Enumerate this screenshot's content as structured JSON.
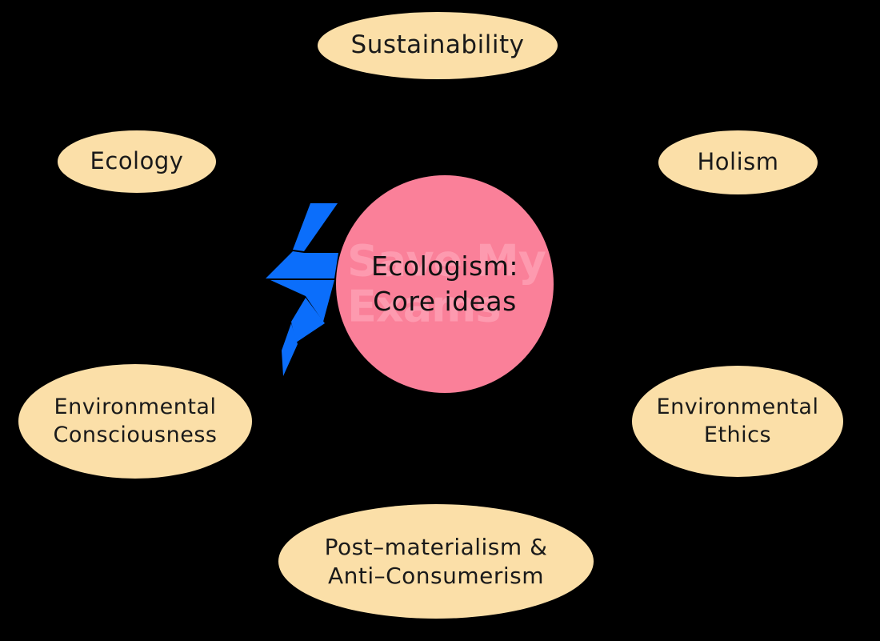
{
  "diagram": {
    "title": "Ecologism: Core ideas",
    "background_color": "#000000",
    "center": {
      "label": "Ecologism:\nCore ideas",
      "fill_color": "#fa8099",
      "text_color": "#111111",
      "watermark": "Save My\nExams",
      "watermark_color": "#fd9aaf"
    },
    "logo": {
      "name": "save-my-exams-lightning-logo",
      "color": "#0b6efb"
    },
    "node_style": {
      "fill_color": "#fbdfa8",
      "text_color": "#1a1a1a"
    },
    "nodes": [
      {
        "id": "sustainability",
        "label": "Sustainability",
        "position": "top"
      },
      {
        "id": "ecology",
        "label": "Ecology",
        "position": "top-left"
      },
      {
        "id": "holism",
        "label": "Holism",
        "position": "top-right"
      },
      {
        "id": "environmental-consciousness",
        "label": "Environmental\nConsciousness",
        "position": "bottom-left"
      },
      {
        "id": "environmental-ethics",
        "label": "Environmental\nEthics",
        "position": "bottom-right"
      },
      {
        "id": "post-materialism",
        "label": "Post–materialism &\nAnti–Consumerism",
        "position": "bottom"
      }
    ]
  }
}
